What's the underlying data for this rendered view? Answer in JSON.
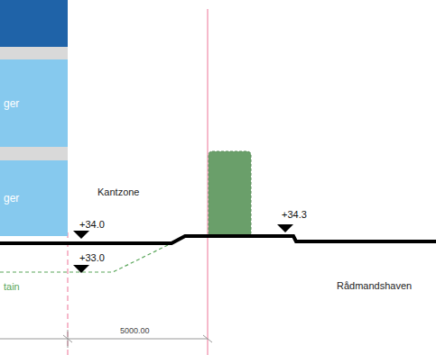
{
  "diagram": {
    "nodes": [
      {
        "text": [
          "ger"
        ]
      },
      {
        "text": [
          "ger"
        ]
      }
    ],
    "labels": [
      "Kantzone",
      "+34.0",
      "+33.0",
      "tain",
      "+34.3",
      "Rådmandshaven",
      "5000.00"
    ]
  }
}
